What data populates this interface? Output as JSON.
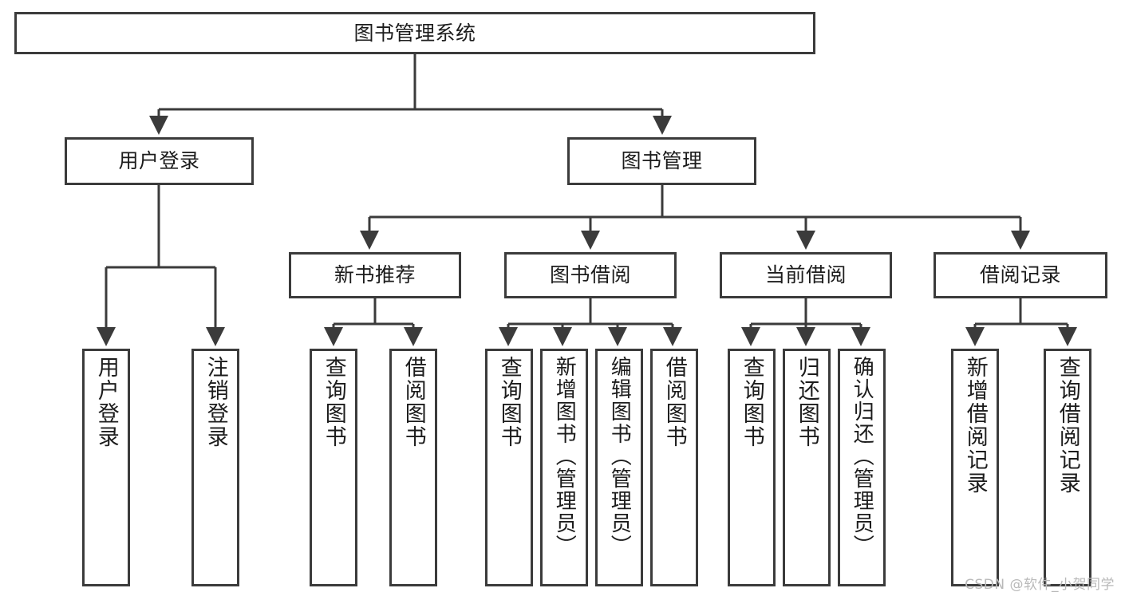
{
  "diagram": {
    "title": "图书管理系统",
    "type": "tree",
    "colors": {
      "node_border": "#3b3b3b",
      "node_fill": "#ffffff",
      "edge": "#3b3b3b",
      "text": "#1c1c1c",
      "watermark": "#b9b9b9",
      "background": "#ffffff"
    },
    "nodes": {
      "root": {
        "label": "图书管理系统"
      },
      "level2": [
        {
          "id": "user-login",
          "label": "用户登录"
        },
        {
          "id": "book-manage",
          "label": "图书管理"
        }
      ],
      "level3": [
        {
          "id": "new-book-recommend",
          "label": "新书推荐"
        },
        {
          "id": "book-borrow",
          "label": "图书借阅"
        },
        {
          "id": "current-borrow",
          "label": "当前借阅"
        },
        {
          "id": "borrow-record",
          "label": "借阅记录"
        }
      ],
      "leaves": [
        {
          "id": "leaf-user-login",
          "label": "用户登录",
          "parent": "user-login"
        },
        {
          "id": "leaf-logout",
          "label": "注销登录",
          "parent": "user-login"
        },
        {
          "id": "leaf-query-book-1",
          "label": "查询图书",
          "parent": "new-book-recommend"
        },
        {
          "id": "leaf-borrow-book-1",
          "label": "借阅图书",
          "parent": "new-book-recommend"
        },
        {
          "id": "leaf-query-book-2",
          "label": "查询图书",
          "parent": "book-borrow"
        },
        {
          "id": "leaf-add-book",
          "label": "新增图书（管理员）",
          "parent": "book-borrow"
        },
        {
          "id": "leaf-edit-book",
          "label": "编辑图书（管理员）",
          "parent": "book-borrow"
        },
        {
          "id": "leaf-borrow-book-2",
          "label": "借阅图书",
          "parent": "book-borrow"
        },
        {
          "id": "leaf-query-book-3",
          "label": "查询图书",
          "parent": "current-borrow"
        },
        {
          "id": "leaf-return-book",
          "label": "归还图书",
          "parent": "current-borrow"
        },
        {
          "id": "leaf-confirm-return",
          "label": "确认归还（管理员）",
          "parent": "current-borrow"
        },
        {
          "id": "leaf-add-record",
          "label": "新增借阅记录",
          "parent": "borrow-record"
        },
        {
          "id": "leaf-query-record",
          "label": "查询借阅记录",
          "parent": "borrow-record"
        }
      ]
    }
  },
  "watermark": {
    "text": "CSDN @软件_小贺同学"
  }
}
